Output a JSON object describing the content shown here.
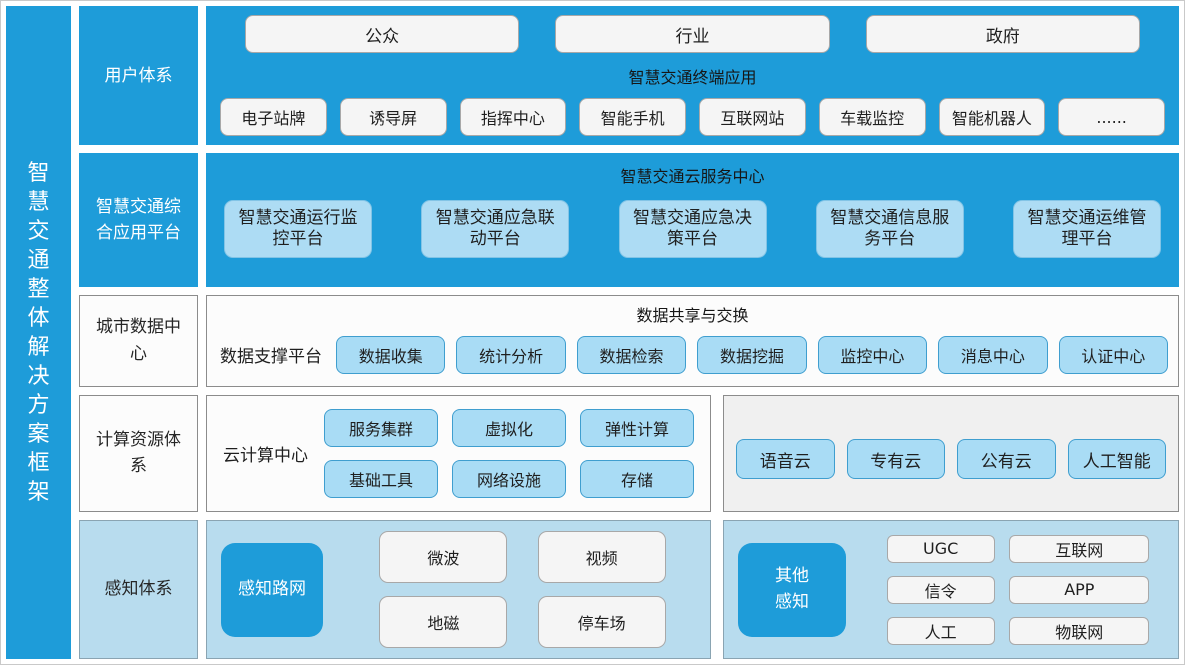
{
  "sidebar_title": "智慧交通整体解决方案框架",
  "user_row": {
    "label": "用户体系",
    "roles": [
      "公众",
      "行业",
      "政府"
    ],
    "caption": "智慧交通终端应用",
    "terminals": [
      "电子站牌",
      "诱导屏",
      "指挥中心",
      "智能手机",
      "互联网站",
      "车载监控",
      "智能机器人",
      "......"
    ]
  },
  "app_row": {
    "label": "智慧交通综合应用平台",
    "caption": "智慧交通云服务中心",
    "platforms": [
      "智慧交通运行监控平台",
      "智慧交通应急联动平台",
      "智慧交通应急决策平台",
      "智慧交通信息服务平台",
      "智慧交通运维管理平台"
    ]
  },
  "data_row": {
    "label": "城市数据中心",
    "caption": "数据共享与交换",
    "support_label": "数据支撑平台",
    "services": [
      "数据收集",
      "统计分析",
      "数据检索",
      "数据挖掘",
      "监控中心",
      "消息中心",
      "认证中心"
    ]
  },
  "compute_row": {
    "label": "计算资源体系",
    "cloud_label": "云计算中心",
    "cloud_items": [
      "服务集群",
      "虚拟化",
      "弹性计算",
      "基础工具",
      "网络设施",
      "存储"
    ],
    "cloud_types": [
      "语音云",
      "专有云",
      "公有云",
      "人工智能"
    ]
  },
  "sensing_row": {
    "label": "感知体系",
    "road_label": "感知路网",
    "road_items": [
      "微波",
      "视频",
      "地磁",
      "停车场"
    ],
    "other_label": "其他感知",
    "other_items": [
      "UGC",
      "互联网",
      "信令",
      "APP",
      "人工",
      "物联网"
    ]
  },
  "colors": {
    "primary_blue": "#1e9cd9",
    "light_blue_node": "#a9dcf5",
    "light_blue_panel": "#b8dcee",
    "white_node": "#f5f5f5",
    "dark_text": "#1f1f1f"
  }
}
